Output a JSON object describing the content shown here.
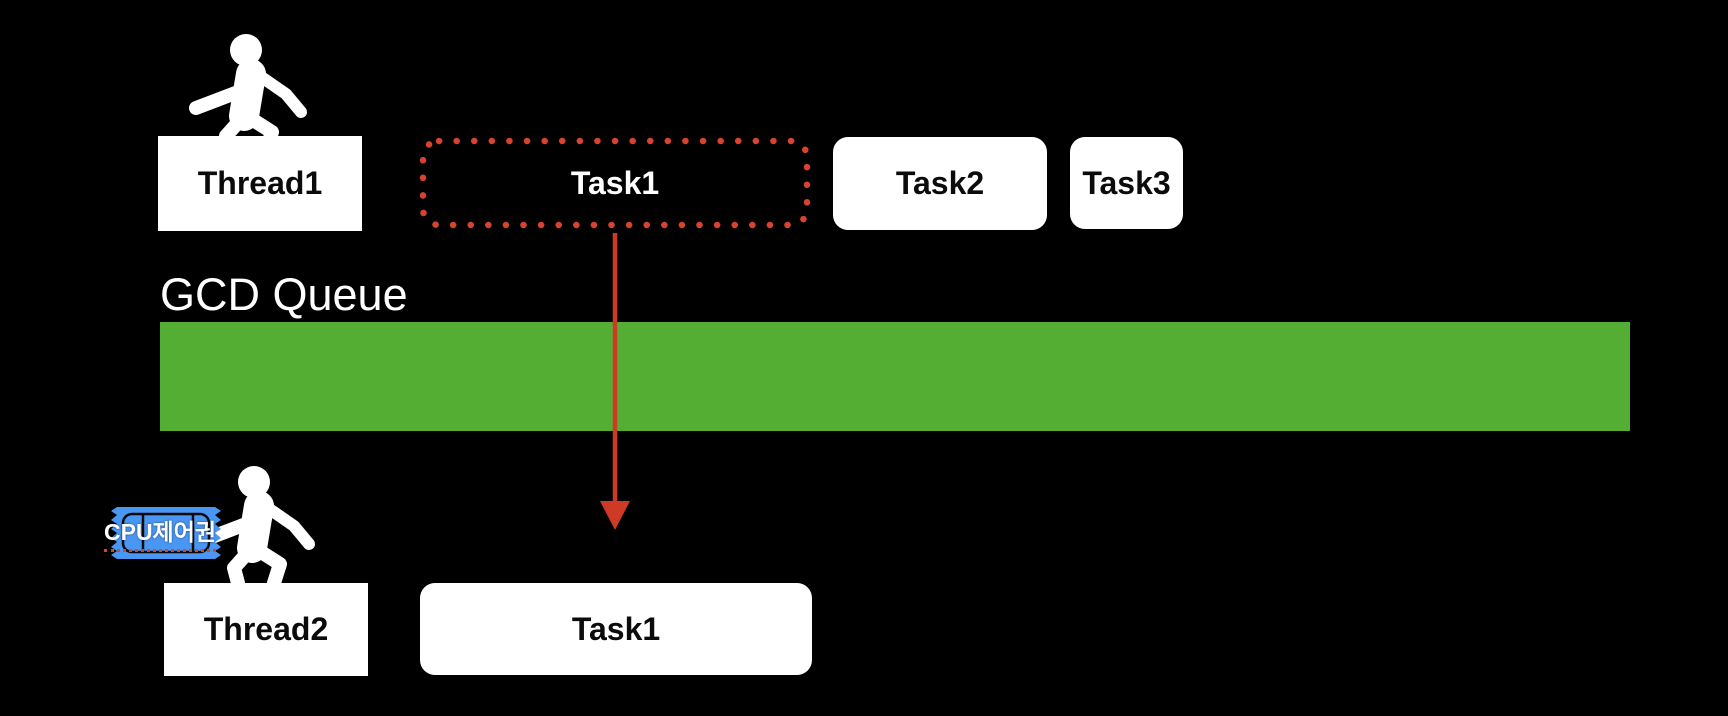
{
  "diagram": {
    "queue_label": "GCD Queue",
    "top": {
      "thread_label": "Thread1",
      "task1_label": "Task1",
      "task2_label": "Task2",
      "task3_label": "Task3"
    },
    "bottom": {
      "thread_label": "Thread2",
      "task_label": "Task1",
      "ticket_label": "CPU제어권"
    }
  },
  "icons": {
    "runner_top": "runner-icon",
    "runner_bottom": "runner-icon",
    "ticket": "ticket-icon",
    "arrow": "arrow-down-icon"
  },
  "colors": {
    "background": "#000000",
    "queue_green": "#53ae33",
    "task_red": "#d7432c",
    "ticket_blue": "#4a96f3",
    "box_white": "#ffffff"
  }
}
